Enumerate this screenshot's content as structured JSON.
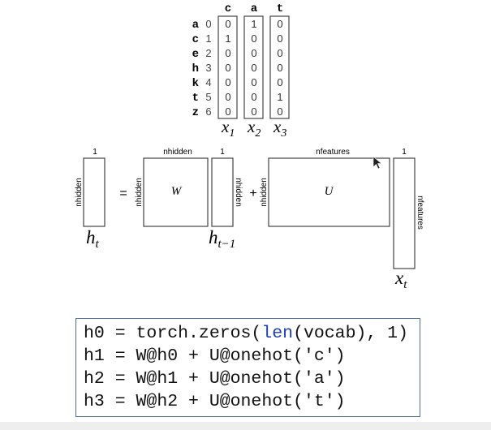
{
  "onehot": {
    "columns": [
      "c",
      "a",
      "t"
    ],
    "row_letters": [
      "a",
      "c",
      "e",
      "h",
      "k",
      "t",
      "z"
    ],
    "row_indices": [
      "0",
      "1",
      "2",
      "3",
      "4",
      "5",
      "6"
    ],
    "values": [
      [
        "0",
        "1",
        "0",
        "0",
        "0",
        "0",
        "0"
      ],
      [
        "1",
        "0",
        "0",
        "0",
        "0",
        "0",
        "0"
      ],
      [
        "0",
        "0",
        "0",
        "0",
        "0",
        "1",
        "0"
      ]
    ],
    "vector_labels": [
      {
        "base": "x",
        "sub": "1"
      },
      {
        "base": "x",
        "sub": "2"
      },
      {
        "base": "x",
        "sub": "3"
      }
    ]
  },
  "equation": {
    "ht": {
      "rows": "nhidden",
      "cols": "1",
      "label_base": "h",
      "label_sub": "t"
    },
    "equals": "=",
    "W": {
      "name": "W",
      "rows": "nhidden",
      "cols": "nhidden"
    },
    "hprev": {
      "rows": "nhidden",
      "cols": "1",
      "label_base": "h",
      "label_sub": "t−1"
    },
    "plus": "+",
    "U": {
      "name": "U",
      "rows": "nhidden",
      "cols": "nfeatures"
    },
    "xt": {
      "rows": "nfeatures",
      "cols": "1",
      "label_base": "x",
      "label_sub": "t"
    }
  },
  "code": {
    "lines": [
      [
        "h0 = torch.zeros(",
        "len",
        "(vocab), 1)"
      ],
      [
        "h1 = W@h0 + U@onehot('c')",
        "",
        ""
      ],
      [
        "h2 = W@h1 + U@onehot('a')",
        "",
        ""
      ],
      [
        "h3 = W@h2 + U@onehot('t')",
        "",
        ""
      ]
    ]
  },
  "colors": {
    "box_stroke": "#444444",
    "code_border": "#4a6fa5",
    "builtin": "#1a3fb5"
  }
}
